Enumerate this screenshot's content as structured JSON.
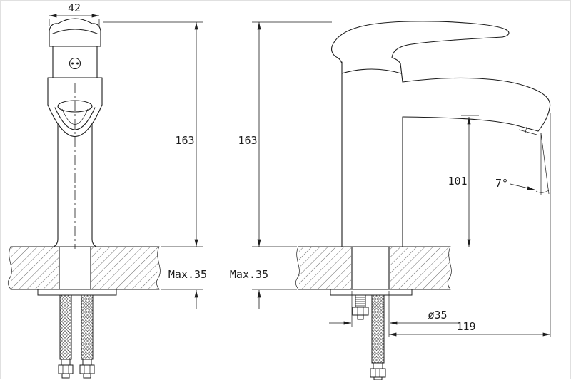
{
  "drawing": {
    "type": "faucet-technical-drawing",
    "line_color": "#1c1c1c",
    "dimensions": {
      "front_top_width": "42",
      "front_height": "163",
      "front_counter_max": "Max.35",
      "side_height": "163",
      "side_counter_max": "Max.35",
      "side_spout_height": "101",
      "side_spout_angle": "7°",
      "side_hole_diameter": "ø35",
      "side_spout_reach": "119"
    }
  }
}
